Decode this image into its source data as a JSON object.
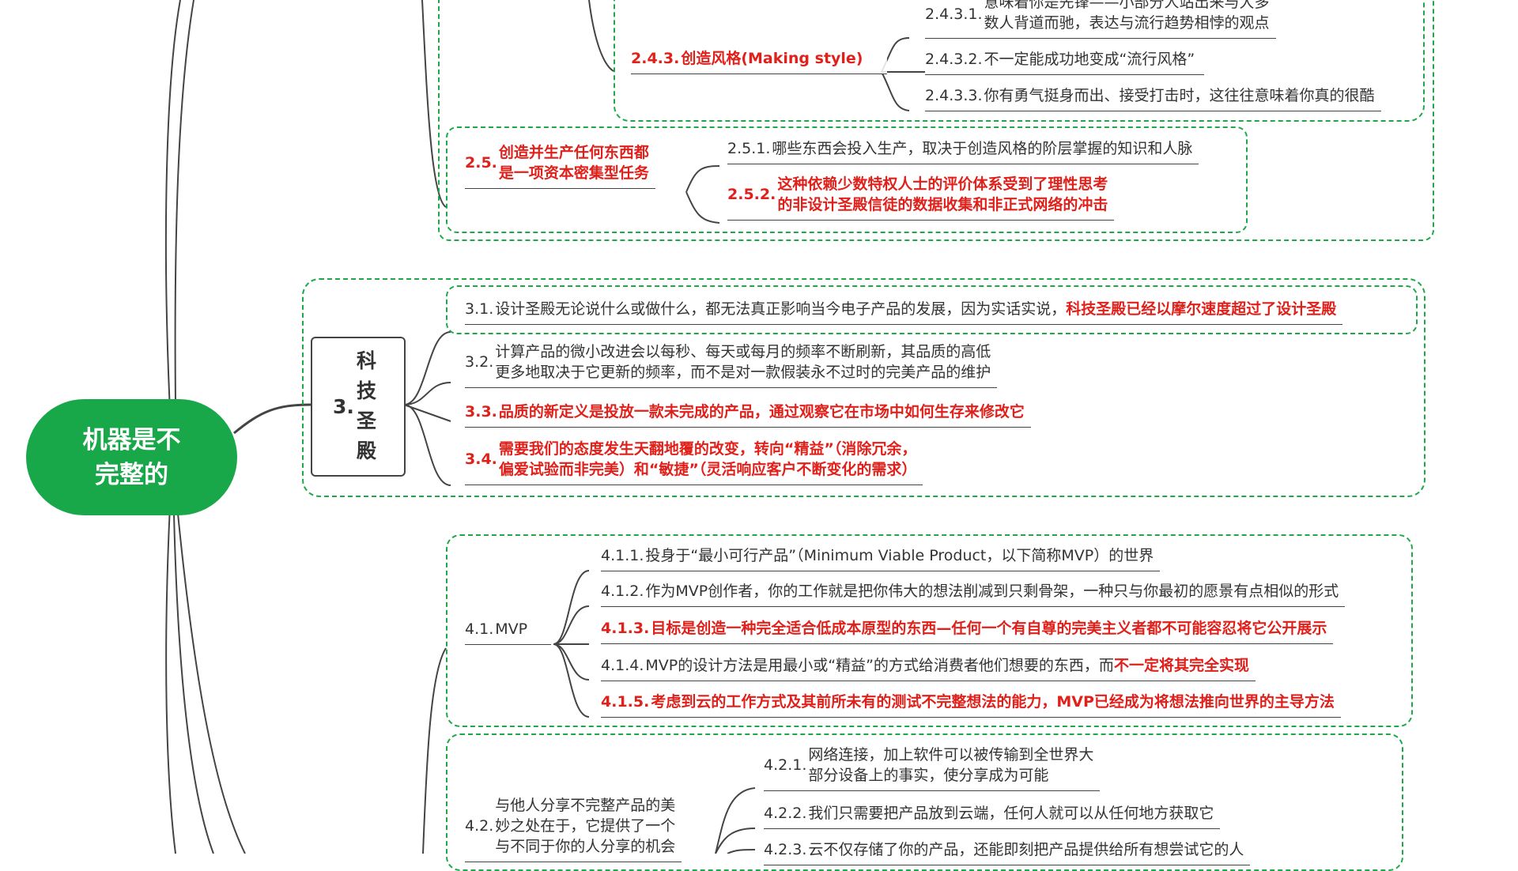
{
  "root": {
    "label": "机器是不完整的"
  },
  "colors": {
    "root": "#18a84a",
    "dashed_border": "#1fa84a",
    "highlight": "#e0201a"
  },
  "s2": {
    "n243": {
      "num": "2.4.3.",
      "text": "创造风格(Making style)"
    },
    "n2431": {
      "num": "2.4.3.1.",
      "line1": "意味着你是先锋——小部分人站出来与大多",
      "line2": "数人背道而驰，表达与流行趋势相悖的观点"
    },
    "n2432": {
      "num": "2.4.3.2.",
      "text": "不一定能成功地变成“流行风格”"
    },
    "n2433": {
      "num": "2.4.3.3.",
      "text": "你有勇气挺身而出、接受打击时，这往往意味着你真的很酷"
    },
    "n25": {
      "num": "2.5.",
      "line1": "创造并生产任何东西都",
      "line2": "是一项资本密集型任务"
    },
    "n251": {
      "num": "2.5.1.",
      "text": "哪些东西会投入生产，取决于创造风格的阶层掌握的知识和人脉"
    },
    "n252": {
      "num": "2.5.2.",
      "line1": "这种依赖少数特权人士的评价体系受到了理性思考",
      "line2": "的非设计圣殿信徒的数据收集和非正式网络的冲击"
    }
  },
  "s3": {
    "num": "3.",
    "title": [
      "科",
      "技",
      "圣",
      "殿"
    ],
    "n31": {
      "num": "3.1.",
      "text": "设计圣殿无论说什么或做什么，都无法真正影响当今电子产品的发展，因为实话实说，",
      "red": "科技圣殿已经以摩尔速度超过了设计圣殿"
    },
    "n32": {
      "num": "3.2.",
      "line1": "计算产品的微小改进会以每秒、每天或每月的频率不断刷新，其品质的高低",
      "line2": "更多地取决于它更新的频率，而不是对一款假装永不过时的完美产品的维护"
    },
    "n33": {
      "num": "3.3.",
      "text": "品质的新定义是投放一款未完成的产品，通过观察它在市场中如何生存来修改它"
    },
    "n34": {
      "num": "3.4.",
      "line1": "需要我们的态度发生天翻地覆的改变，转向“精益”（消除冗余，",
      "line2": "偏爱试验而非完美）和“敏捷”（灵活响应客户不断变化的需求）"
    }
  },
  "s4": {
    "n41": {
      "num": "4.1.",
      "text": "MVP"
    },
    "n411": {
      "num": "4.1.1.",
      "text": "投身于“最小可行产品”（Minimum Viable Product，以下简称MVP）的世界"
    },
    "n412": {
      "num": "4.1.2.",
      "text": "作为MVP创作者，你的工作就是把你伟大的想法削减到只剩骨架，一种只与你最初的愿景有点相似的形式"
    },
    "n413": {
      "num": "4.1.3.",
      "text": "目标是创造一种完全适合低成本原型的东西—任何一个有自尊的完美主义者都不可能容忍将它公开展示"
    },
    "n414": {
      "num": "4.1.4.",
      "text": "MVP的设计方法是用最小或“精益”的方式给消费者他们想要的东西，而",
      "red": "不一定将其完全实现"
    },
    "n415": {
      "num": "4.1.5.",
      "text": "考虑到云的工作方式及其前所未有的测试不完整想法的能力，MVP已经成为将想法推向世界的主导方法"
    },
    "n42": {
      "num": "4.2.",
      "line1": "与他人分享不完整产品的美",
      "line2": "妙之处在于，它提供了一个",
      "line3": "与不同于你的人分享的机会"
    },
    "n421": {
      "num": "4.2.1.",
      "line1": "网络连接，加上软件可以被传输到全世界大",
      "line2": "部分设备上的事实，使分享成为可能"
    },
    "n422": {
      "num": "4.2.2.",
      "text": "我们只需要把产品放到云端，任何人就可以从任何地方获取它"
    },
    "n423": {
      "num": "4.2.3.",
      "text": "云不仅存储了你的产品，还能即刻把产品提供给所有想尝试它的人"
    }
  }
}
